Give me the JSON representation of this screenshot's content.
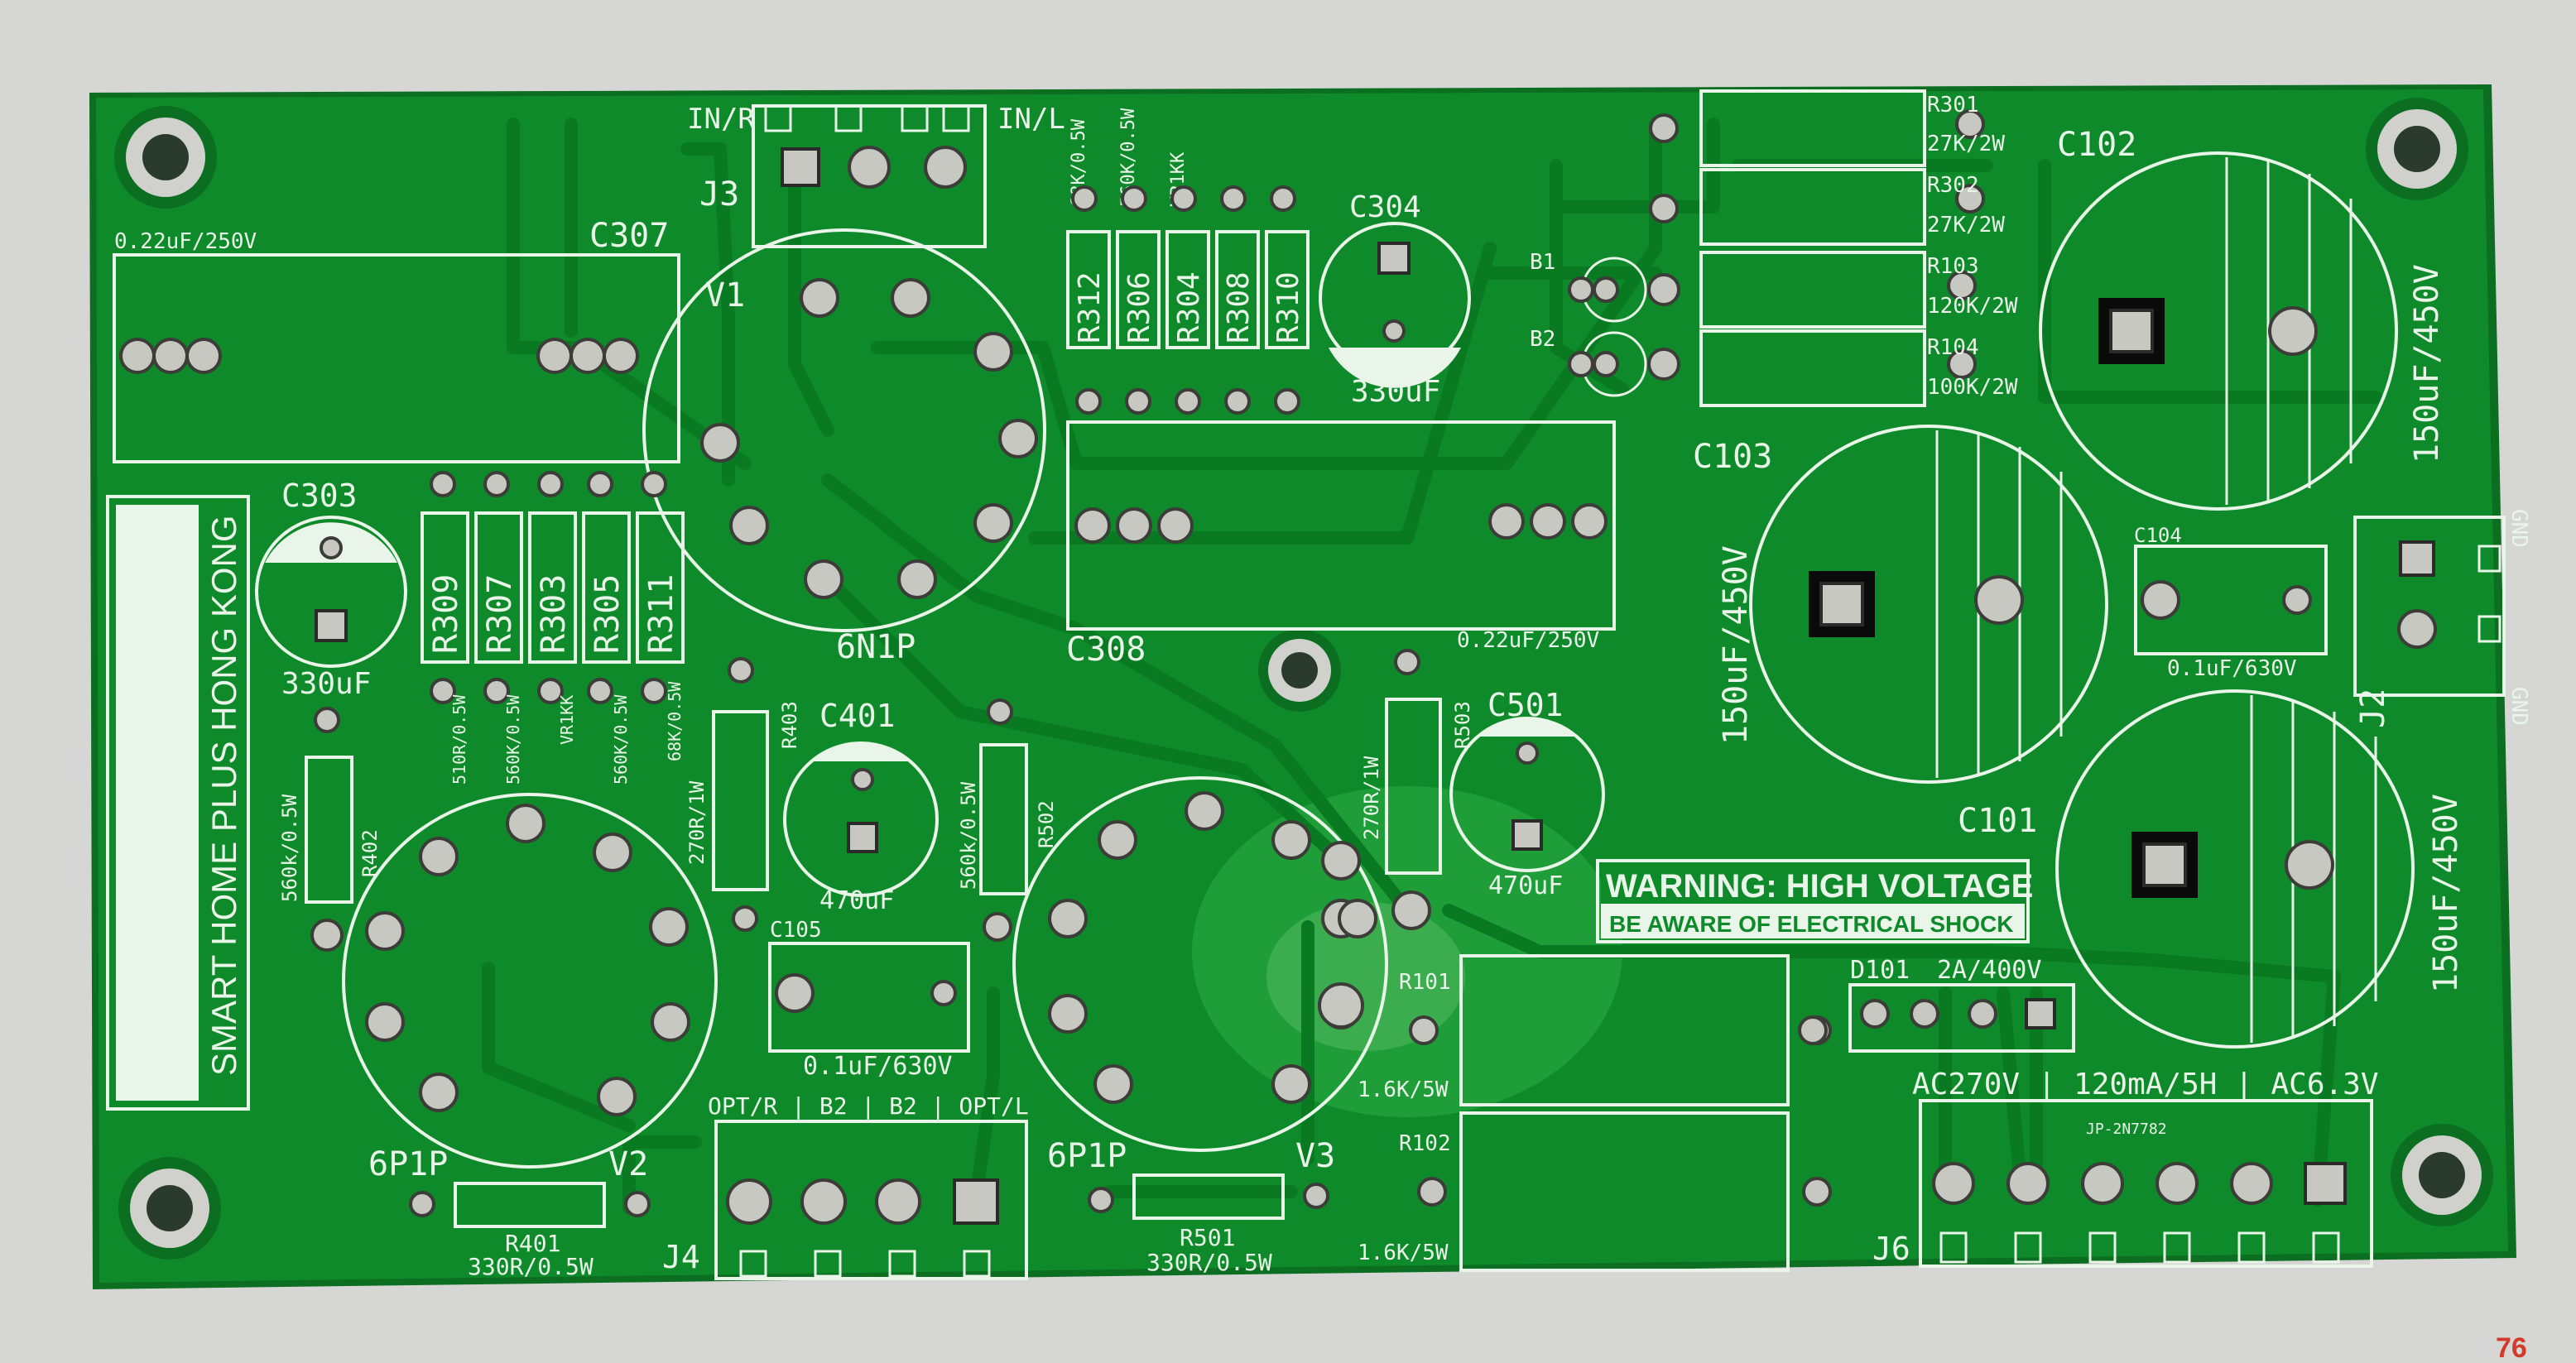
{
  "board": {
    "title": "PROJECT PI - X",
    "subtitle": "SMART HOME PLUS HONG KONG",
    "warning_title": "WARNING: HIGH VOLTAGE",
    "warning_sub": "BE AWARE OF ELECTRICAL SHOCK",
    "supply_spec": "AC270V | 120mA/5H | AC6.3V",
    "j4_label": "OPT/R | B2 | B2 | OPT/L",
    "j6_part": "JP-2N7782",
    "watermark": "76"
  },
  "colors": {
    "board": "#0f8a2a",
    "trace": "#0a7a22",
    "silk": "#e8f5e8",
    "pad": "#c8c8c2",
    "background": "#d9d9d9"
  },
  "labels": {
    "c307": "C307",
    "c307_val": "0.22uF/250V",
    "j3": "J3",
    "in_r": "IN/R",
    "in_l": "IN/L",
    "v1": "V1",
    "tube1": "6N1P",
    "r312": "R312",
    "r306": "R306",
    "r304": "R304",
    "r308": "R308",
    "r310": "R310",
    "r312_val": "68K/0.5W",
    "r306_val": "560K/0.5W",
    "r304_val": "VR1KK",
    "c304": "C304",
    "c304_val": "330uF",
    "b1": "B1",
    "b2": "B2",
    "r301": "R301",
    "r301_val": "27K/2W",
    "r302": "R302",
    "r302_val": "27K/2W",
    "r103": "R103",
    "r103_val": "120K/2W",
    "r104": "R104",
    "r104_val": "100K/2W",
    "c102": "C102",
    "c102_val": "150uF/450V",
    "c103": "C103",
    "c103_val": "150uF/450V",
    "c104": "C104",
    "c104_val": "0.1uF/630V",
    "c101": "C101",
    "c101_val": "150uF/450V",
    "gnd1": "GND",
    "gnd2": "GND",
    "j2": "J2",
    "c303": "C303",
    "c303_val": "330uF",
    "r309": "R309",
    "r307": "R307",
    "r303": "R303",
    "r305": "R305",
    "r311": "R311",
    "r309_val": "510R/0.5W",
    "r307_val": "560K/0.5W",
    "r303_val": "VR1KK",
    "r305_val": "560K/0.5W",
    "r311_val": "68K/0.5W",
    "c308": "C308",
    "c308_val": "0.22uF/250V",
    "r402": "R402",
    "r402_val": "560k/0.5W",
    "r403": "R403",
    "r403_val": "270R/1W",
    "c401": "C401",
    "c401_val": "470uF",
    "r502": "R502",
    "r502_val": "560k/0.5W",
    "r503": "R503",
    "r503_val": "270R/1W",
    "c501": "C501",
    "c501_val": "470uF",
    "c105": "C105",
    "c105_val": "0.1uF/630V",
    "v2": "V2",
    "tube2": "6P1P",
    "v3": "V3",
    "tube3": "6P1P",
    "r401": "R401",
    "r401_val": "330R/0.5W",
    "r501": "R501",
    "r501_val": "330R/0.5W",
    "j4": "J4",
    "r101": "R101",
    "r101_val": "1.6K/5W",
    "r102": "R102",
    "r102_val": "1.6K/5W",
    "d101": "D101",
    "d101_val": "2A/400V",
    "j6": "J6"
  }
}
